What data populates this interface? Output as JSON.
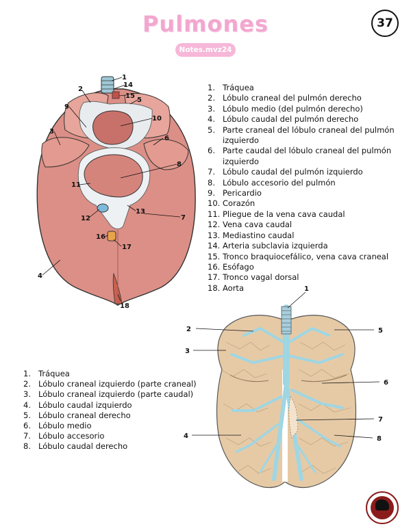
{
  "header": {
    "title": "Pulmones",
    "badge": "Notes.mvz24",
    "page_number": "37"
  },
  "legend_top": [
    {
      "num": "1.",
      "text": "Tráquea"
    },
    {
      "num": "2.",
      "text": "Lóbulo craneal del pulmón derecho"
    },
    {
      "num": "3.",
      "text": "Lóbulo medio (del pulmón derecho)"
    },
    {
      "num": "4.",
      "text": "Lóbulo caudal del pulmón derecho"
    },
    {
      "num": "5.",
      "text": "Parte craneal del lóbulo craneal del pulmón izquierdo"
    },
    {
      "num": "6.",
      "text": "Parte caudal del lóbulo craneal del pulmón izquierdo"
    },
    {
      "num": "7.",
      "text": "Lóbulo caudal del pulmón izquierdo"
    },
    {
      "num": "8.",
      "text": "Lóbulo accesorio del pulmón"
    },
    {
      "num": "9.",
      "text": "Pericardio"
    },
    {
      "num": "10.",
      "text": "Corazón"
    },
    {
      "num": "11.",
      "text": "Pliegue de la vena cava caudal"
    },
    {
      "num": "12.",
      "text": "Vena cava caudal"
    },
    {
      "num": "13.",
      "text": "Mediastino caudal"
    },
    {
      "num": "14.",
      "text": "Arteria subclavia izquierda"
    },
    {
      "num": "15.",
      "text": "Tronco braquiocefálico, vena cava craneal"
    },
    {
      "num": "16.",
      "text": "Esófago"
    },
    {
      "num": "17.",
      "text": "Tronco vagal dorsal"
    },
    {
      "num": "18.",
      "text": "Aorta"
    }
  ],
  "legend_bottom": [
    {
      "num": "1.",
      "text": "Tráquea"
    },
    {
      "num": "2.",
      "text": "Lóbulo craneal izquierdo (parte craneal)"
    },
    {
      "num": "3.",
      "text": "Lóbulo craneal izquierdo (parte caudal)"
    },
    {
      "num": "4.",
      "text": "Lóbulo caudal izquierdo"
    },
    {
      "num": "5.",
      "text": "Lóbulo craneal derecho"
    },
    {
      "num": "6.",
      "text": "Lóbulo medio"
    },
    {
      "num": "7.",
      "text": "Lóbulo accesorio"
    },
    {
      "num": "8.",
      "text": "Lóbulo caudal derecho"
    }
  ],
  "figure1_labels": [
    "1",
    "14",
    "15",
    "2",
    "5",
    "9",
    "10",
    "3",
    "6",
    "8",
    "11",
    "7",
    "12",
    "13",
    "16",
    "17",
    "4",
    "18"
  ],
  "figure2_labels": [
    "1",
    "2",
    "5",
    "3",
    "6",
    "7",
    "4",
    "8"
  ],
  "colors": {
    "title_pink": "#f2a7cf",
    "lung_tissue": "#d98a80",
    "heart": "#c26a66",
    "vessels": "#a9dbe6",
    "bronchial_lung": "#e4c9a4"
  }
}
